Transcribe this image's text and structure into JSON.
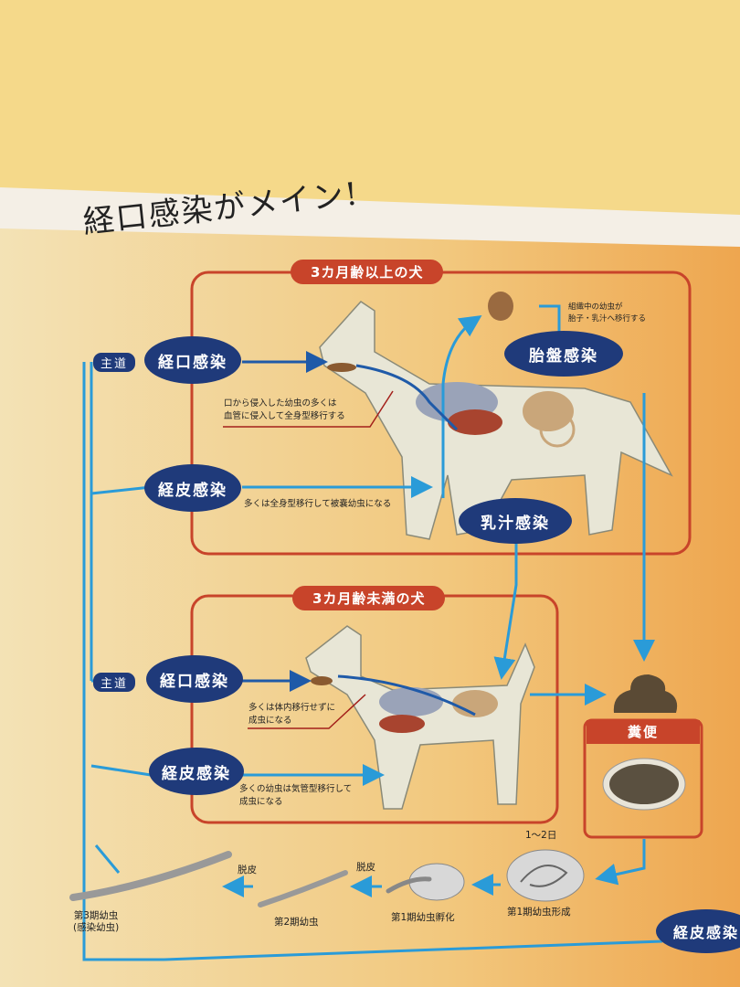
{
  "handwritten_note": "経口感染がメイン!",
  "upper_box": {
    "title": "3カ月齢以上の犬",
    "main_route_badge": "主道",
    "oral_infection": "経口感染",
    "percutaneous_infection": "経皮感染",
    "placental_infection": "胎盤感染",
    "milk_infection": "乳汁感染",
    "note_oral": [
      "口から侵入した幼虫の多くは",
      "血管に侵入して全身型移行する"
    ],
    "note_percutaneous": "多くは全身型移行して被嚢幼虫になる",
    "note_tissue": [
      "組織中の幼虫が",
      "胎子・乳汁へ移行する"
    ]
  },
  "lower_box": {
    "title": "3カ月齢未満の犬",
    "main_route_badge": "主道",
    "oral_infection": "経口感染",
    "percutaneous_infection": "経皮感染",
    "note_oral": [
      "多くは体内移行せずに",
      "成虫になる"
    ],
    "note_percutaneous": [
      "多くの幼虫は気管型移行して",
      "成虫になる"
    ]
  },
  "feces": {
    "label": "糞便"
  },
  "life_cycle": {
    "time_label": "1〜2日",
    "stages": [
      {
        "label": "第1期幼虫形成"
      },
      {
        "label": "第1期幼虫孵化"
      },
      {
        "label": "第2期幼虫"
      },
      {
        "label": "第3期幼虫\n(感染幼虫)"
      }
    ],
    "molt_labels": [
      "脱皮",
      "脱皮"
    ],
    "percutaneous_infection": "経皮感染"
  },
  "colors": {
    "arrow": "#2a9bd8",
    "oval": "#1f3a7a",
    "frame": "#c8442a",
    "background_top": "#f5d98a",
    "panel": "#f0b865"
  }
}
